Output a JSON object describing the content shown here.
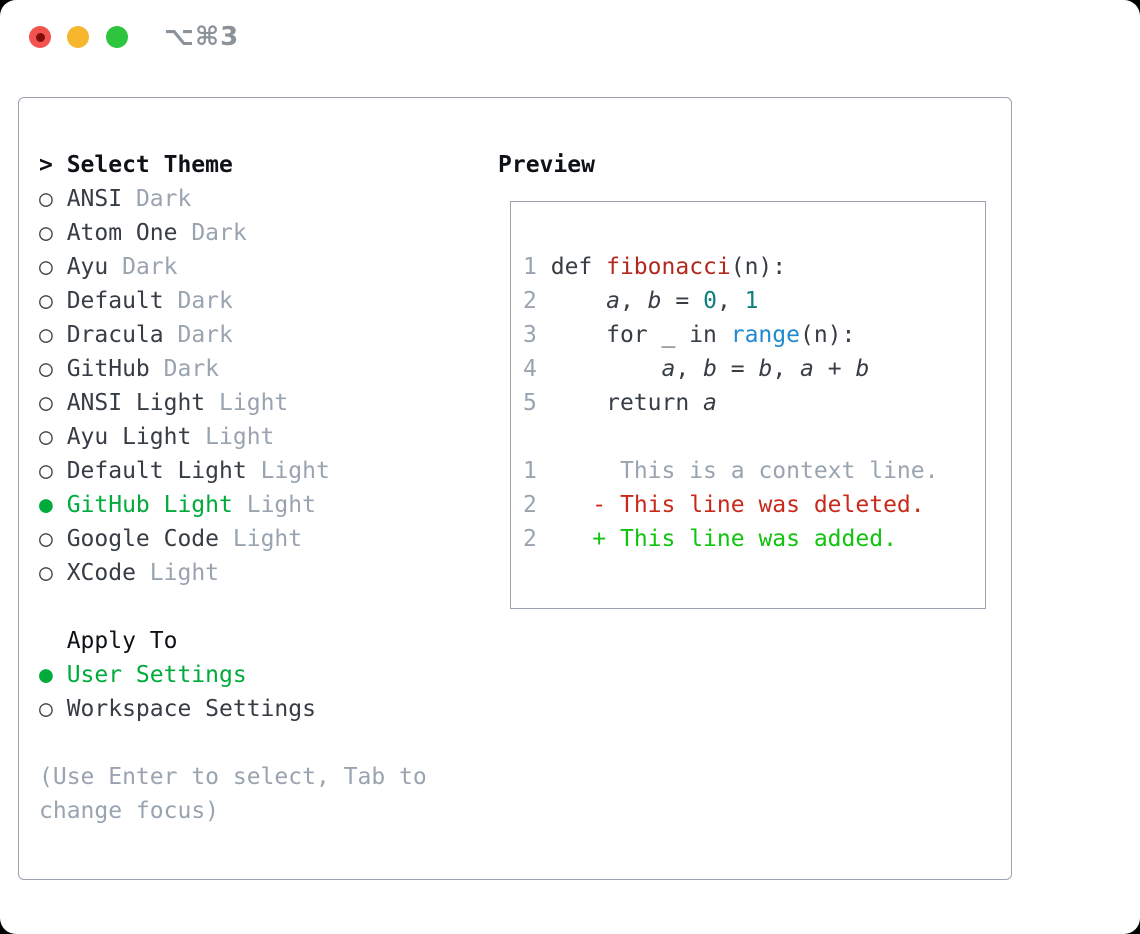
{
  "window": {
    "title": "⌥⌘3"
  },
  "titlebar_buttons": [
    {
      "name": "close",
      "color": "#f2534e"
    },
    {
      "name": "minimize",
      "color": "#f6b62e"
    },
    {
      "name": "zoom",
      "color": "#2cc53d"
    }
  ],
  "select_theme": {
    "header_prefix": ">",
    "header": "Select Theme",
    "items": [
      {
        "name": "ANSI",
        "tag": "Dark",
        "selected": false
      },
      {
        "name": "Atom One",
        "tag": "Dark",
        "selected": false
      },
      {
        "name": "Ayu",
        "tag": "Dark",
        "selected": false
      },
      {
        "name": "Default",
        "tag": "Dark",
        "selected": false
      },
      {
        "name": "Dracula",
        "tag": "Dark",
        "selected": false
      },
      {
        "name": "GitHub",
        "tag": "Dark",
        "selected": false
      },
      {
        "name": "ANSI Light",
        "tag": "Light",
        "selected": false
      },
      {
        "name": "Ayu Light",
        "tag": "Light",
        "selected": false
      },
      {
        "name": "Default Light",
        "tag": "Light",
        "selected": false
      },
      {
        "name": "GitHub Light",
        "tag": "Light",
        "selected": true
      },
      {
        "name": "Google Code",
        "tag": "Light",
        "selected": false
      },
      {
        "name": "XCode",
        "tag": "Light",
        "selected": false
      }
    ]
  },
  "apply_to": {
    "header": "Apply To",
    "options": [
      {
        "name": "User Settings",
        "selected": true
      },
      {
        "name": "Workspace Settings",
        "selected": false
      }
    ]
  },
  "hint_lines": [
    "(Use Enter to select, Tab to",
    "change focus)"
  ],
  "preview": {
    "header": "Preview",
    "code_lines": [
      {
        "num": "1",
        "segments": [
          {
            "text": "def ",
            "style": "plain"
          },
          {
            "text": "fibonacci",
            "style": "function"
          },
          {
            "text": "(n):",
            "style": "plain"
          }
        ]
      },
      {
        "num": "2",
        "segments": [
          {
            "text": "    ",
            "style": "plain"
          },
          {
            "text": "a",
            "style": "variable"
          },
          {
            "text": ", ",
            "style": "plain"
          },
          {
            "text": "b",
            "style": "variable"
          },
          {
            "text": " = ",
            "style": "plain"
          },
          {
            "text": "0",
            "style": "number"
          },
          {
            "text": ", ",
            "style": "plain"
          },
          {
            "text": "1",
            "style": "number"
          }
        ]
      },
      {
        "num": "3",
        "segments": [
          {
            "text": "    for _ in ",
            "style": "plain"
          },
          {
            "text": "range",
            "style": "builtin"
          },
          {
            "text": "(n):",
            "style": "plain"
          }
        ]
      },
      {
        "num": "4",
        "segments": [
          {
            "text": "        ",
            "style": "plain"
          },
          {
            "text": "a",
            "style": "variable"
          },
          {
            "text": ", ",
            "style": "plain"
          },
          {
            "text": "b",
            "style": "variable"
          },
          {
            "text": " = ",
            "style": "plain"
          },
          {
            "text": "b",
            "style": "variable"
          },
          {
            "text": ", ",
            "style": "plain"
          },
          {
            "text": "a",
            "style": "variable"
          },
          {
            "text": " + ",
            "style": "plain"
          },
          {
            "text": "b",
            "style": "variable"
          }
        ]
      },
      {
        "num": "5",
        "segments": [
          {
            "text": "    return ",
            "style": "plain"
          },
          {
            "text": "a",
            "style": "variable"
          }
        ]
      }
    ],
    "diff_lines": [
      {
        "num": "1",
        "prefix": " ",
        "text": "This is a context line.",
        "kind": "context"
      },
      {
        "num": "2",
        "prefix": "-",
        "text": "This line was deleted.",
        "kind": "deleted"
      },
      {
        "num": "2",
        "prefix": "+",
        "text": "This line was added.",
        "kind": "added"
      }
    ]
  },
  "colors": {
    "title_gray": "#8b929a",
    "border": "#9aa3ae",
    "black": "#0e1216",
    "text_dark": "#373d44",
    "muted": "#99a4b0",
    "green_ui": "#00ab3c",
    "green_add": "#10c40e",
    "red_del": "#c9291b",
    "red_func": "#b12a1e",
    "teal_num": "#10807a",
    "blue_builtin": "#2189d2"
  }
}
